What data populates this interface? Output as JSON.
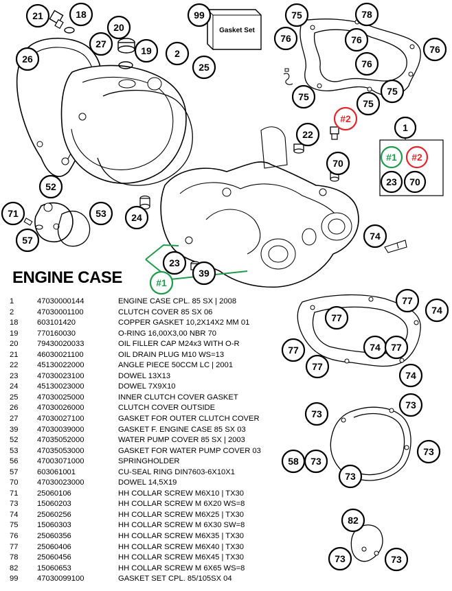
{
  "heading": "ENGINE CASE",
  "gasket_set_box_label": "Gasket Set",
  "callouts": {
    "c21": "21",
    "c18": "18",
    "c99": "99",
    "c75a": "75",
    "c78": "78",
    "c20": "20",
    "c27": "27",
    "c19": "19",
    "c2": "2",
    "c26": "26",
    "c76a": "76",
    "c76b": "76",
    "c76c": "76",
    "c76d": "76",
    "c25": "25",
    "c75b": "75",
    "c75c": "75",
    "c75d": "75",
    "c_hash2_red": "#2",
    "c22": "22",
    "c1": "1",
    "c_hash1_box": "#1",
    "c_hash2_box": "#2",
    "c23_box": "23",
    "c70_box": "70",
    "c70": "70",
    "c52": "52",
    "c71": "71",
    "c53": "53",
    "c24": "24",
    "c57": "57",
    "c74a": "74",
    "c23": "23",
    "c39": "39",
    "c_hash1_green": "#1",
    "c77a": "77",
    "c77b": "77",
    "c74b": "74",
    "c77c": "77",
    "c74c": "74",
    "c77d": "77",
    "c77e": "77",
    "c74d": "74",
    "c73a": "73",
    "c73b": "73",
    "c58": "58",
    "c73c": "73",
    "c73d": "73",
    "c73e": "73",
    "c82": "82",
    "c73f": "73",
    "c73g": "73"
  },
  "parts": [
    {
      "pos": "1",
      "number": "47030000144",
      "description": "ENGINE CASE CPL. 85 SX | 2008"
    },
    {
      "pos": "2",
      "number": "47030001100",
      "description": "CLUTCH COVER 85 SX 06"
    },
    {
      "pos": "18",
      "number": "603101420",
      "description": "COPPER GASKET 10,2X14X2 MM 01"
    },
    {
      "pos": "19",
      "number": "770160030",
      "description": "O-RING 16,00X3,00 NBR 70"
    },
    {
      "pos": "20",
      "number": "79430020033",
      "description": "OIL FILLER CAP M24x3 WITH O-R"
    },
    {
      "pos": "21",
      "number": "46030021100",
      "description": "OIL DRAIN PLUG M10 WS=13"
    },
    {
      "pos": "22",
      "number": "45130022000",
      "description": "ANGLE PIECE 50CCM LC | 2001"
    },
    {
      "pos": "23",
      "number": "47030023100",
      "description": "DOWEL 13X13"
    },
    {
      "pos": "24",
      "number": "45130023000",
      "description": "DOWEL 7X9X10"
    },
    {
      "pos": "25",
      "number": "47030025000",
      "description": "INNER CLUTCH COVER GASKET"
    },
    {
      "pos": "26",
      "number": "47030026000",
      "description": "CLUTCH COVER OUTSIDE"
    },
    {
      "pos": "27",
      "number": "47030027100",
      "description": "GASKET FOR OUTER CLUTCH COVER"
    },
    {
      "pos": "39",
      "number": "47030039000",
      "description": "GASKET F. ENGINE CASE 85 SX 03"
    },
    {
      "pos": "52",
      "number": "47035052000",
      "description": "WATER PUMP COVER 85 SX | 2003"
    },
    {
      "pos": "53",
      "number": "47035053000",
      "description": "GASKET FOR WATER PUMP COVER 03"
    },
    {
      "pos": "56",
      "number": "47003071000",
      "description": "SPRINGHOLDER"
    },
    {
      "pos": "57",
      "number": "603061001",
      "description": "CU-SEAL RING DIN7603-6X10X1"
    },
    {
      "pos": "70",
      "number": "47030023000",
      "description": "DOWEL 14,5X19"
    },
    {
      "pos": "71",
      "number": "25060106",
      "description": "HH COLLAR SCREW M6X10 | TX30"
    },
    {
      "pos": "73",
      "number": "15060203",
      "description": "HH COLLAR SCREW M 6X20 WS=8"
    },
    {
      "pos": "74",
      "number": "25060256",
      "description": "HH COLLAR SCREW M6X25 | TX30"
    },
    {
      "pos": "75",
      "number": "15060303",
      "description": "HH COLLAR SCREW M 6X30 SW=8"
    },
    {
      "pos": "76",
      "number": "25060356",
      "description": "HH COLLAR SCREW M6X35 | TX30"
    },
    {
      "pos": "77",
      "number": "25060406",
      "description": "HH COLLAR SCREW M6X40 | TX30"
    },
    {
      "pos": "78",
      "number": "25060456",
      "description": "HH COLLAR SCREW M6X45 | TX30"
    },
    {
      "pos": "82",
      "number": "15060653",
      "description": "HH COLLAR SCREW M 6X65 WS=8"
    },
    {
      "pos": "99",
      "number": "47030099100",
      "description": "GASKET SET CPL. 85/105SX 04"
    }
  ]
}
